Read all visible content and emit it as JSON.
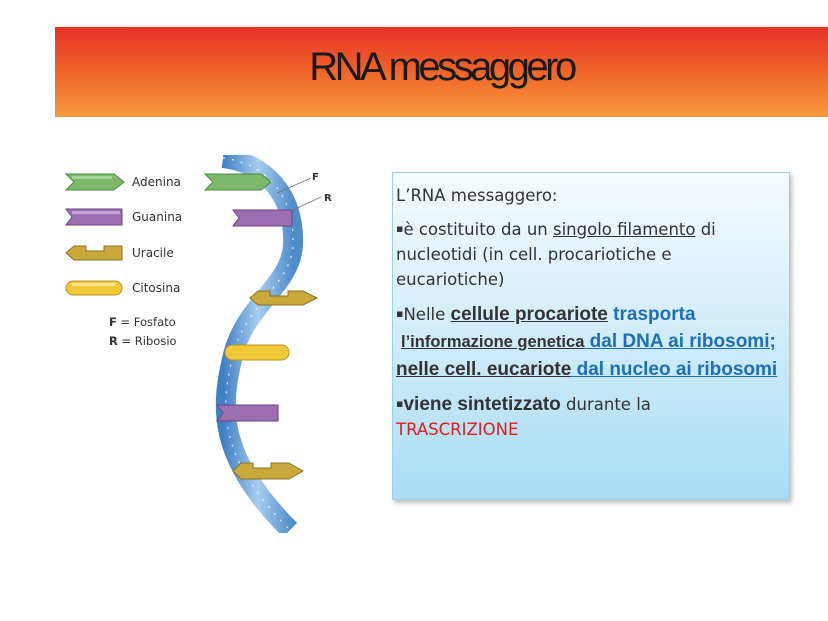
{
  "slide": {
    "title": "RNA messaggero"
  },
  "legend": {
    "items": [
      {
        "label": "Adenina",
        "color": "#7db86d",
        "shape": "arrow-right"
      },
      {
        "label": "Guanina",
        "color": "#9b6fb0",
        "shape": "notch"
      },
      {
        "label": "Uracile",
        "color": "#c9a93a",
        "shape": "u-shape"
      },
      {
        "label": "Citosina",
        "color": "#f0c838",
        "shape": "rounded"
      }
    ],
    "keys": [
      {
        "letter": "F",
        "text": " = Fosfato"
      },
      {
        "letter": "R",
        "text": " = Ribosio"
      }
    ]
  },
  "helix": {
    "label_f": "F",
    "label_r": "R",
    "strand_color": "#6a9ed4"
  },
  "textbox": {
    "p1": "L’RNA messaggero:",
    "bullet": "▪",
    "p2_a": "è costituito da un ",
    "p2_u": "singolo filamento",
    "p2_b": " di nucleotidi (in cell. procariotiche e eucariotiche)",
    "p3_a": "Nelle ",
    "p3_b": "cellule procariote",
    "p3_c": " trasporta",
    "p3_d": "l’informazione genetica",
    "p3_e": " dal DNA ai ribosomi;",
    "p3_f": " nelle cell. eucariote",
    "p3_g": " dal nucleo ",
    "p3_h": " ai ribosomi",
    "p4_a": "viene sintetizzato",
    "p4_b": " durante la ",
    "p4_c": "TRASCRIZIONE"
  }
}
